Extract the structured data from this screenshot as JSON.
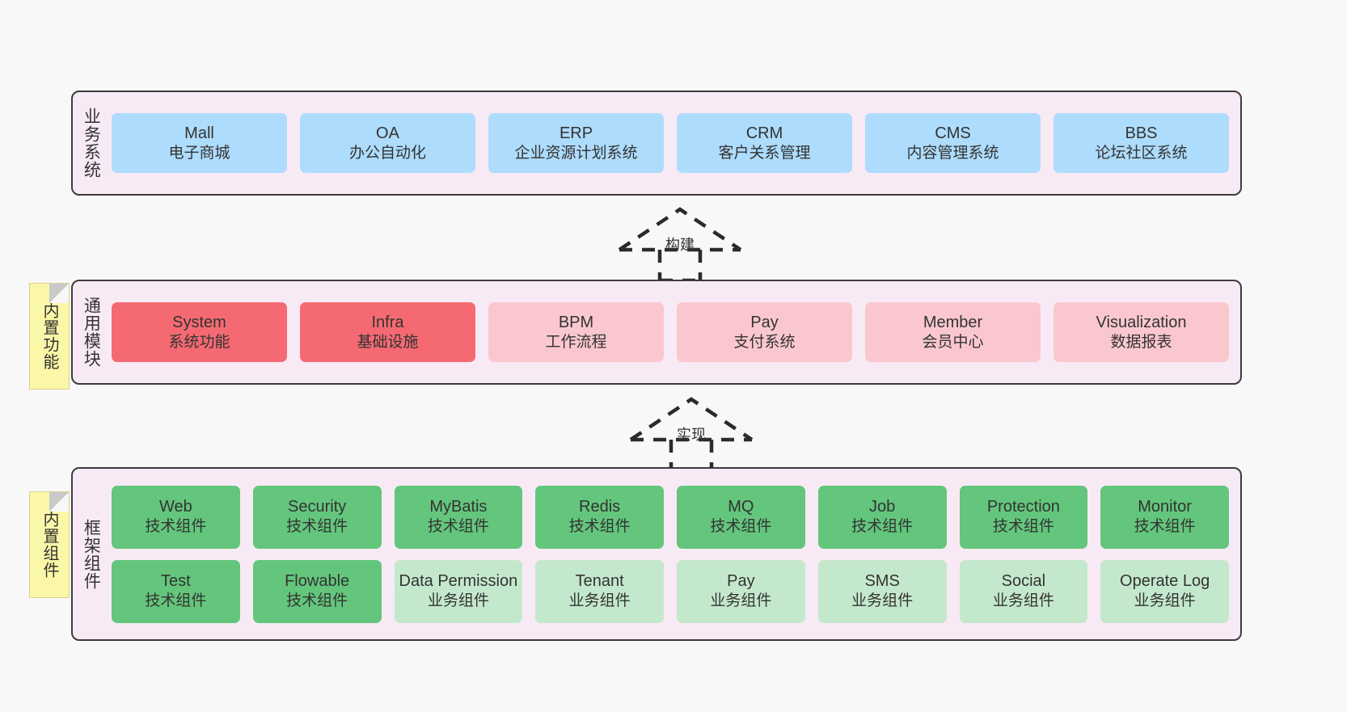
{
  "palette": {
    "background": "#f8f8f8",
    "band_fill": "#f8eaf5",
    "band_border": "#3c3c3c",
    "blue": "#aedcfc",
    "red": "#f56a72",
    "pink": "#fbc7cf",
    "green": "#63c67c",
    "light_green": "#c4e8cc",
    "sticky_yellow": "#fbf7a8",
    "text": "#333333"
  },
  "stickies": {
    "modules": "内置功能",
    "frame": "内置组件"
  },
  "connectors": {
    "build": "构建",
    "implement": "实现"
  },
  "layers": {
    "business": {
      "title": "业务系统",
      "cards": [
        {
          "en": "Mall",
          "cn": "电子商城"
        },
        {
          "en": "OA",
          "cn": "办公自动化"
        },
        {
          "en": "ERP",
          "cn": "企业资源计划系统"
        },
        {
          "en": "CRM",
          "cn": "客户关系管理"
        },
        {
          "en": "CMS",
          "cn": "内容管理系统"
        },
        {
          "en": "BBS",
          "cn": "论坛社区系统"
        }
      ]
    },
    "modules": {
      "title": "通用模块",
      "cards": [
        {
          "en": "System",
          "cn": "系统功能"
        },
        {
          "en": "Infra",
          "cn": "基础设施"
        },
        {
          "en": "BPM",
          "cn": "工作流程"
        },
        {
          "en": "Pay",
          "cn": "支付系统"
        },
        {
          "en": "Member",
          "cn": "会员中心"
        },
        {
          "en": "Visualization",
          "cn": "数据报表"
        }
      ]
    },
    "frame": {
      "title": "框架组件",
      "row1": [
        {
          "en": "Web",
          "cn": "技术组件"
        },
        {
          "en": "Security",
          "cn": "技术组件"
        },
        {
          "en": "MyBatis",
          "cn": "技术组件"
        },
        {
          "en": "Redis",
          "cn": "技术组件"
        },
        {
          "en": "MQ",
          "cn": "技术组件"
        },
        {
          "en": "Job",
          "cn": "技术组件"
        },
        {
          "en": "Protection",
          "cn": "技术组件"
        },
        {
          "en": "Monitor",
          "cn": "技术组件"
        }
      ],
      "row2": [
        {
          "en": "Test",
          "cn": "技术组件"
        },
        {
          "en": "Flowable",
          "cn": "技术组件"
        },
        {
          "en": "Data Permission",
          "cn": "业务组件"
        },
        {
          "en": "Tenant",
          "cn": "业务组件"
        },
        {
          "en": "Pay",
          "cn": "业务组件"
        },
        {
          "en": "SMS",
          "cn": "业务组件"
        },
        {
          "en": "Social",
          "cn": "业务组件"
        },
        {
          "en": "Operate Log",
          "cn": "业务组件"
        }
      ]
    }
  }
}
